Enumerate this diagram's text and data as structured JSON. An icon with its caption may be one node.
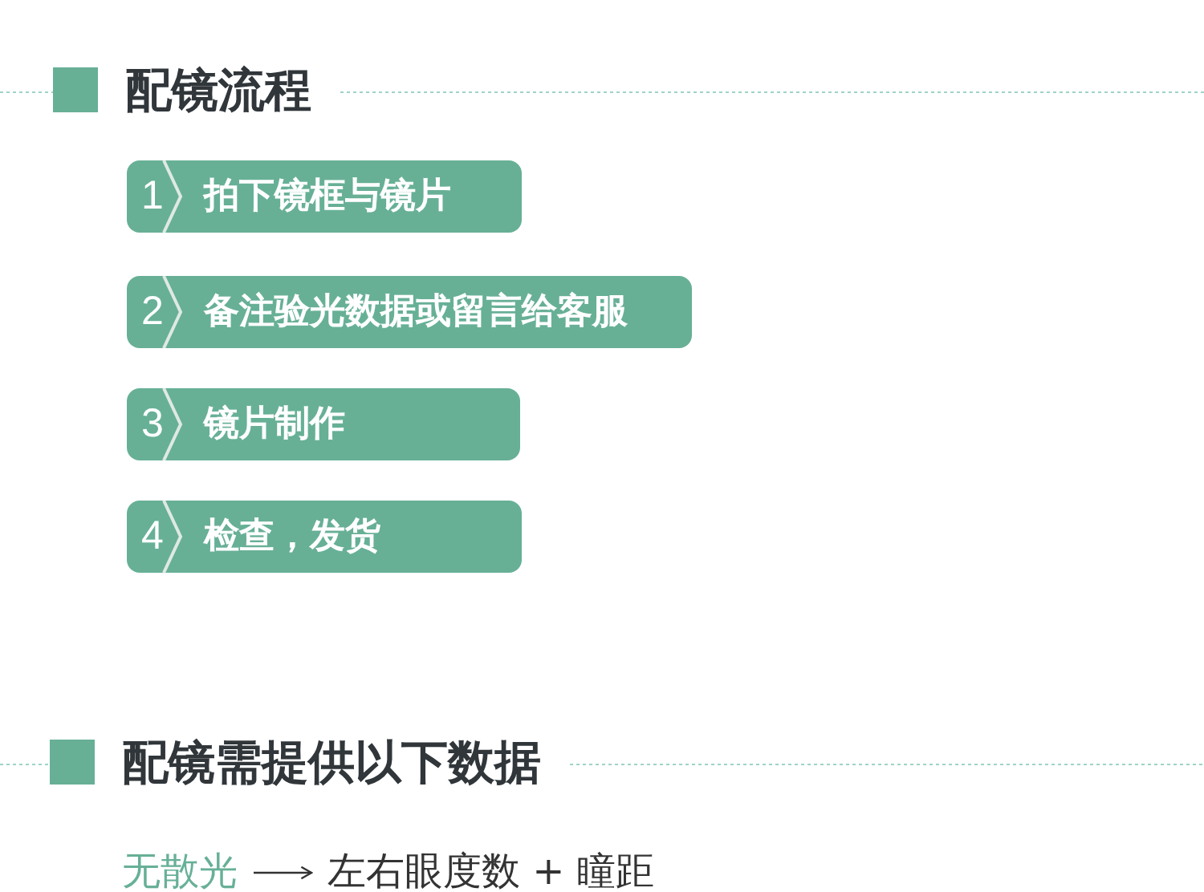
{
  "diagram": {
    "title": "配镜流程",
    "nodes": [
      {
        "text": [
          "1",
          "拍下镜框与镜片"
        ]
      },
      {
        "text": [
          "2",
          "备注验光数据或留言给客服"
        ]
      },
      {
        "text": [
          "3",
          "镜片制作"
        ]
      },
      {
        "text": [
          "4",
          "检查，发货"
        ]
      },
      {
        "text": [
          "无散光"
        ]
      },
      {
        "text": [
          "左右眼度数 + 瞳距"
        ]
      }
    ],
    "edges": [
      {
        "from": 4,
        "to": 5,
        "arrow": "to"
      }
    ],
    "labels": [
      "配镜需提供以下数据"
    ]
  }
}
